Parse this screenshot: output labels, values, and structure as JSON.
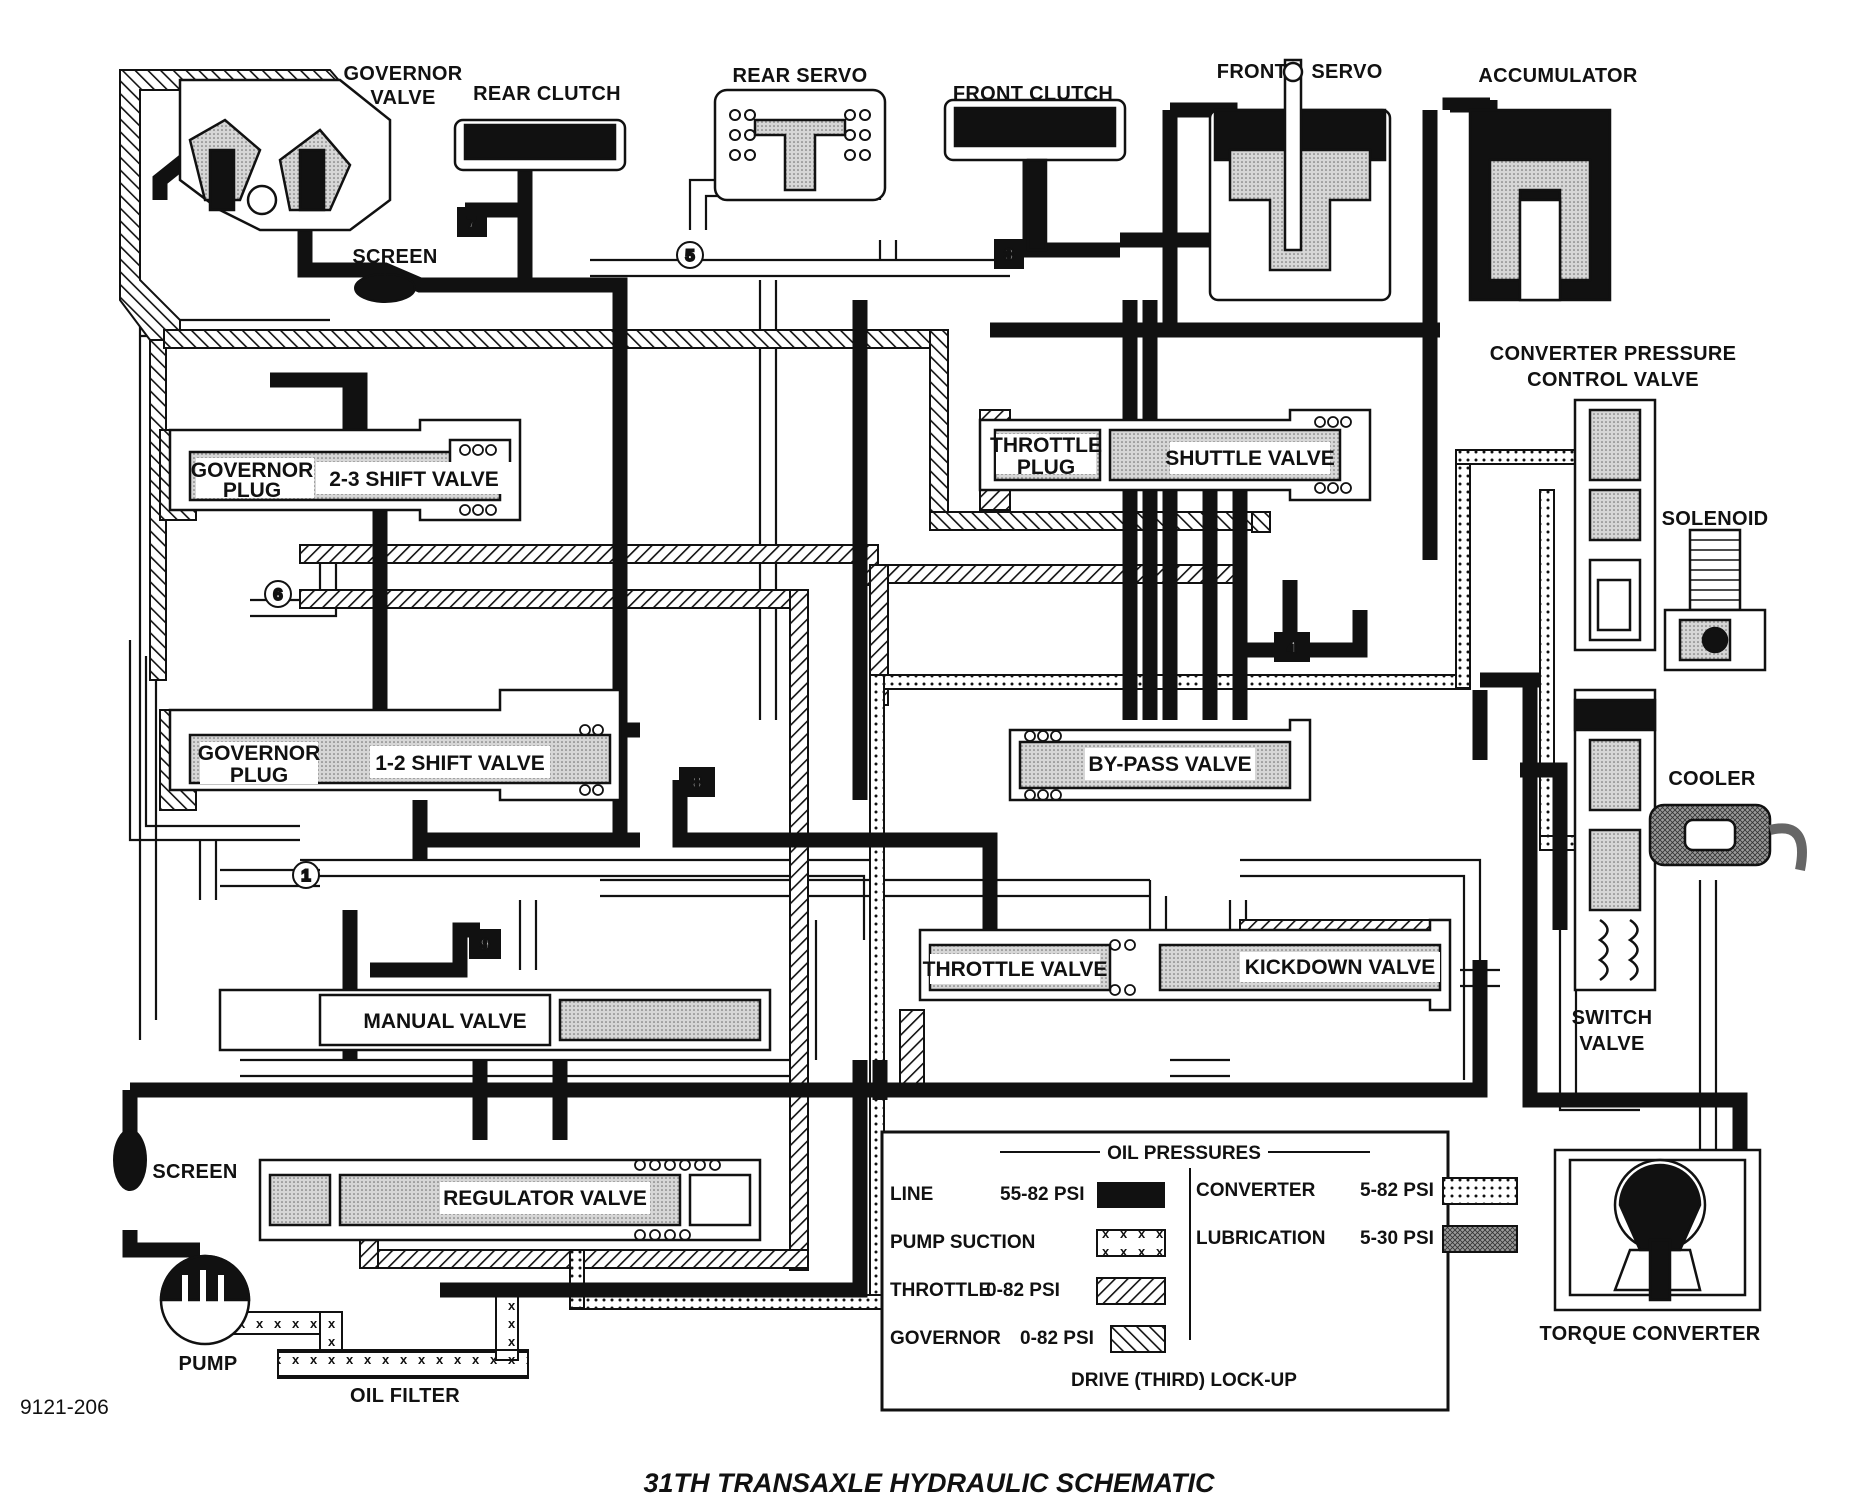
{
  "colors": {
    "ink": "#111111",
    "paper": "#ffffff",
    "lube_gray": "#8a8a8a",
    "valve_fill": "#c8c8c8"
  },
  "components": {
    "governor_valve": "GOVERNOR\nVALVE",
    "rear_clutch": "REAR CLUTCH",
    "rear_servo": "REAR SERVO",
    "front_clutch": "FRONT CLUTCH",
    "front_servo_a": "FRONT",
    "front_servo_b": "SERVO",
    "accumulator": "ACCUMULATOR",
    "screen_top": "SCREEN",
    "converter_pressure_control_valve": "CONVERTER PRESSURE\nCONTROL VALVE",
    "solenoid": "SOLENOID",
    "cooler": "COOLER",
    "switch_valve": "SWITCH\nVALVE",
    "torque_converter": "TORQUE CONVERTER",
    "screen_bottom": "SCREEN",
    "pump": "PUMP",
    "oil_filter": "OIL FILTER"
  },
  "valves": {
    "governor_plug_upper": "GOVERNOR\nPLUG",
    "shift_23": "2-3 SHIFT VALVE",
    "throttle_plug": "THROTTLE\nPLUG",
    "shuttle": "SHUTTLE VALVE",
    "governor_plug_lower": "GOVERNOR\nPLUG",
    "shift_12": "1-2 SHIFT VALVE",
    "bypass": "BY-PASS VALVE",
    "throttle": "THROTTLE VALVE",
    "kickdown": "KICKDOWN VALVE",
    "manual": "MANUAL VALVE",
    "regulator": "REGULATOR VALVE"
  },
  "check_balls": [
    "1",
    "3",
    "4",
    "5",
    "6",
    "7",
    "8",
    "9"
  ],
  "legend": {
    "title": "OIL PRESSURES",
    "entries": [
      {
        "label": "LINE",
        "range": "55-82 PSI",
        "pattern": "solid"
      },
      {
        "label": "PUMP SUCTION",
        "range": "",
        "pattern": "x-marks"
      },
      {
        "label": "THROTTLE",
        "range": "0-82 PSI",
        "pattern": "diagonal-hatch"
      },
      {
        "label": "GOVERNOR",
        "range": "0-82 PSI",
        "pattern": "back-hatch"
      },
      {
        "label": "CONVERTER",
        "range": "5-82 PSI",
        "pattern": "dotted"
      },
      {
        "label": "LUBRICATION",
        "range": "5-30 PSI",
        "pattern": "crosshatch"
      }
    ],
    "mode": "DRIVE (THIRD) LOCK-UP"
  },
  "figure_id": "9121-206",
  "caption": "31TH TRANSAXLE HYDRAULIC SCHEMATIC"
}
